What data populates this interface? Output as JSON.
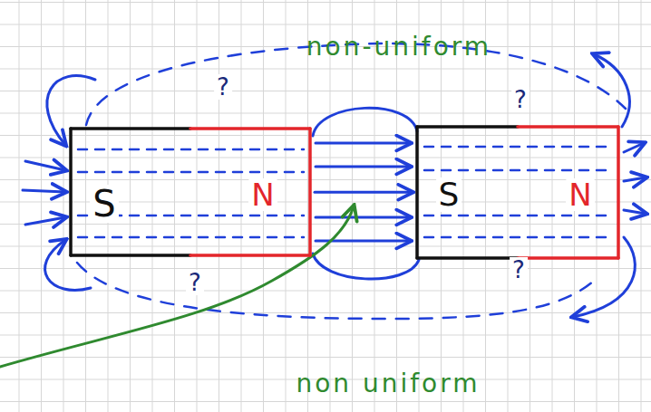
{
  "diagram": {
    "nodes": [
      {
        "text": [
          "S",
          "N"
        ]
      },
      {
        "text": [
          "S",
          "N"
        ]
      }
    ],
    "edges": [
      {
        "from": 0,
        "to": 1,
        "arrow": "to"
      }
    ],
    "labels": [
      "non-uniform",
      "non uniform",
      "?",
      "?",
      "?",
      "?"
    ]
  }
}
